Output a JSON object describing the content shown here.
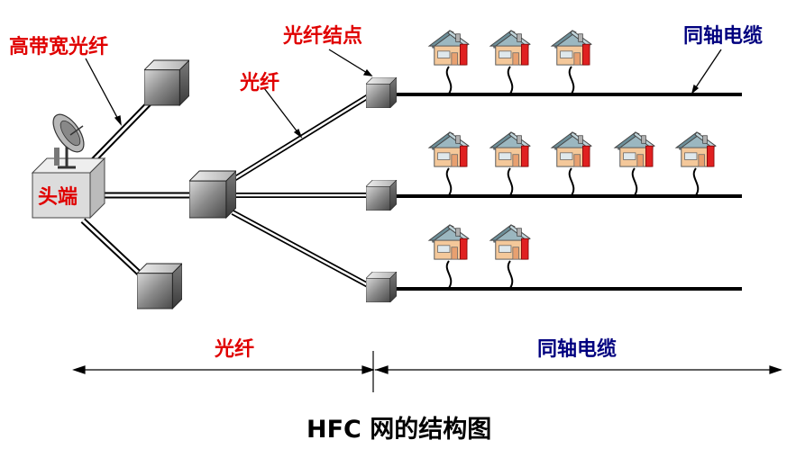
{
  "labels": {
    "broadband_fiber": "高带宽光纤",
    "fiber_node": "光纤结点",
    "fiber_top": "光纤",
    "coax_top": "同轴电缆",
    "headend": "头端",
    "fiber_bottom": "光纤",
    "coax_bottom": "同轴电缆",
    "title": "HFC 网的结构图"
  },
  "colors": {
    "label_red": "#e00000",
    "label_blue": "#00007f",
    "cable": "#000000",
    "house_wall": "#f4c89a",
    "house_roof": "#7fa6b0",
    "house_door": "#e02020"
  },
  "icons": {
    "headend": "satellite-dish-building-icon",
    "hub": "cube-box-icon",
    "fiber_node": "small-cube-icon",
    "house": "house-icon"
  },
  "network": {
    "hubs": 3,
    "fiber_nodes": 3,
    "houses_per_coax_line": [
      3,
      5,
      2
    ]
  }
}
